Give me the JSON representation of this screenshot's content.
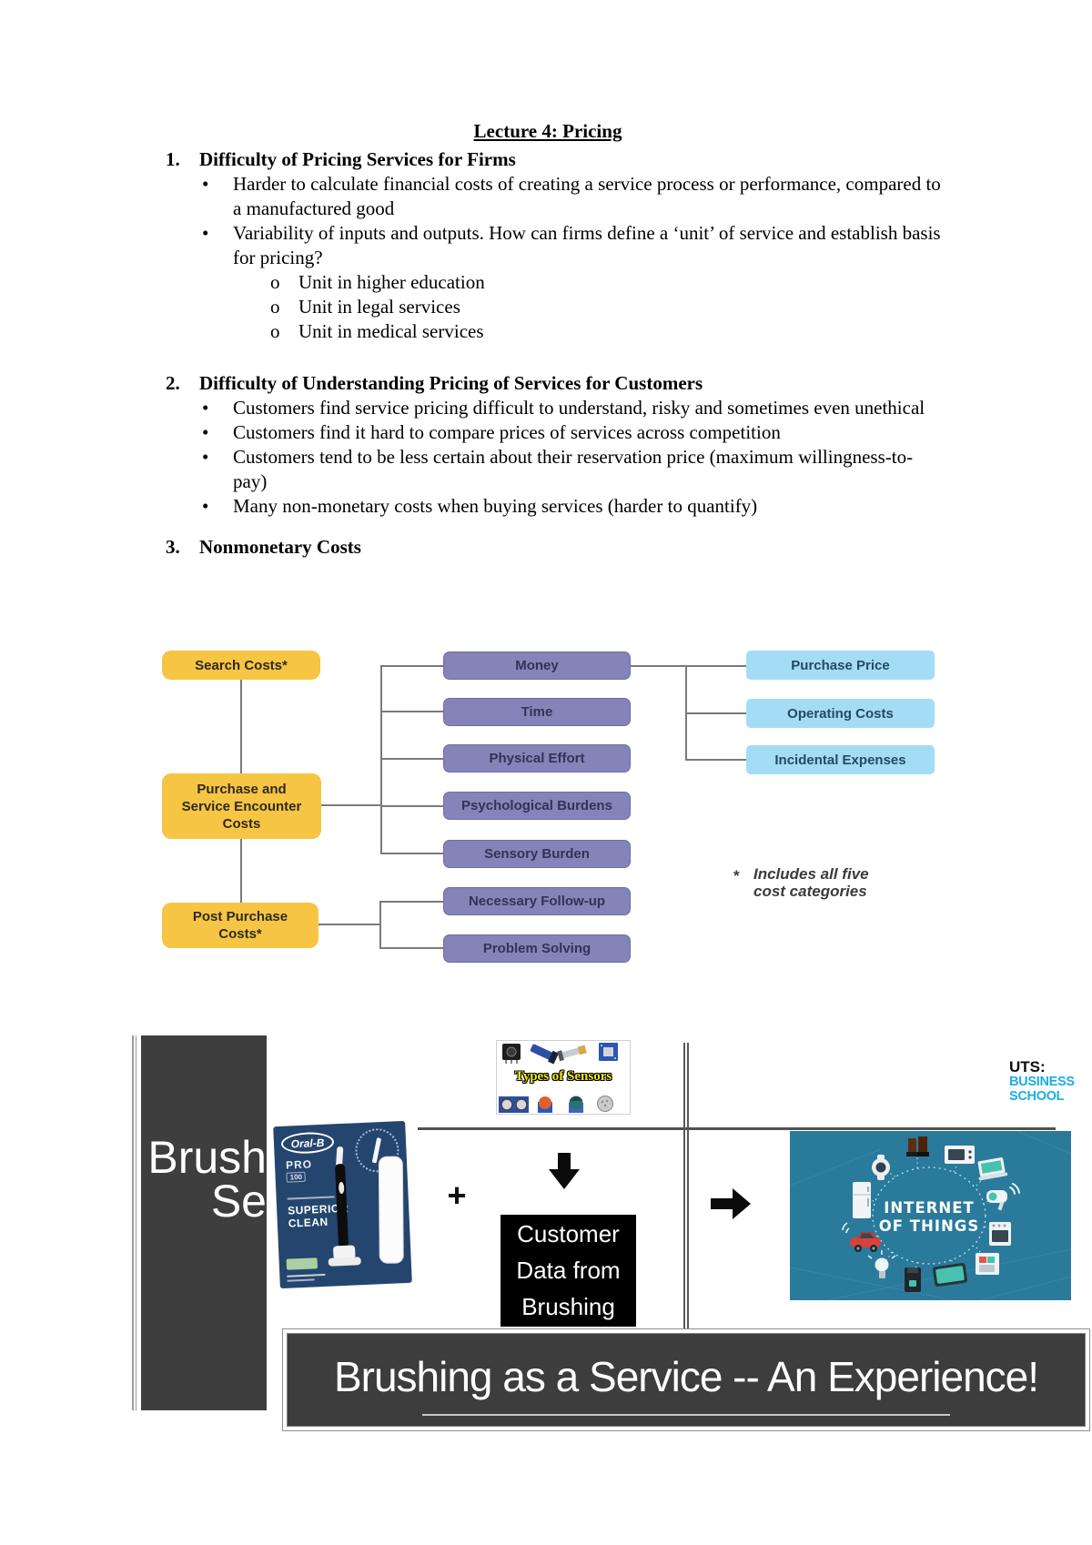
{
  "doc": {
    "title": "Lecture 4: Pricing",
    "bullet_marker": "•",
    "sub_marker": "o",
    "sections": [
      {
        "num": "1.",
        "heading": "Difficulty of Pricing Services for Firms",
        "bullets": [
          {
            "text": "Harder to calculate financial costs of creating a service process or performance, compared to a manufactured good",
            "subs": []
          },
          {
            "text": "Variability of inputs and outputs. How can firms define a ‘unit’ of service and establish basis for pricing?",
            "subs": [
              "Unit in higher education",
              "Unit in legal services",
              "Unit in medical services"
            ]
          }
        ]
      },
      {
        "num": "2.",
        "heading": "Difficulty of Understanding Pricing of Services for Customers",
        "bullets": [
          {
            "text": "Customers find service pricing difficult to understand, risky and sometimes even unethical",
            "subs": []
          },
          {
            "text": "Customers find it hard to compare prices of services across competition",
            "subs": []
          },
          {
            "text": "Customers tend to be less certain about their reservation price (maximum willingness-to-pay)",
            "subs": []
          },
          {
            "text": "Many non-monetary costs when buying services (harder to quantify)",
            "subs": []
          }
        ]
      },
      {
        "num": "3.",
        "heading": "Nonmonetary Costs",
        "bullets": []
      }
    ]
  },
  "diagram": {
    "yellow": [
      "Search Costs*",
      "Purchase and Service Encounter Costs",
      "Post Purchase Costs*"
    ],
    "purple": [
      "Money",
      "Time",
      "Physical Effort",
      "Psychological Burdens",
      "Sensory Burden",
      "Necessary Follow-up",
      "Problem Solving"
    ],
    "blue": [
      "Purchase Price",
      "Operating Costs",
      "Incidental Expenses"
    ],
    "note_star": "*",
    "note_line1": "Includes all five",
    "note_line2": "cost categories",
    "colors": {
      "yellow": "#F7C544",
      "purple": "#8584B8",
      "blue": "#A5DCF5",
      "line": "#7A7A7A"
    }
  },
  "slide": {
    "sidebar_line1": "Brush",
    "sidebar_line2": "Se",
    "product": {
      "brand": "Oral-B",
      "pro": "PRO",
      "num": "100",
      "feature1": "SUPERIOR",
      "feature2": "CLEAN"
    },
    "sensors_title": "Types of Sensors",
    "plus_sign": "+",
    "data_box": {
      "line1": "Customer",
      "line2": "Data from",
      "line3": "Brushing"
    },
    "uts": {
      "line1": "UTS:",
      "line2": "BUSINESS",
      "line3": "SCHOOL"
    },
    "iot": {
      "line1": "INTERNET",
      "line2": "OF THINGS"
    },
    "banner": "Brushing as a Service -- An Experience!",
    "colors": {
      "uts_cyan": "#1BAEE1",
      "iot_teal": "#2A7A9C",
      "panel_grey": "#3D3D3D",
      "sensor_yellow": "#F5E816"
    }
  }
}
